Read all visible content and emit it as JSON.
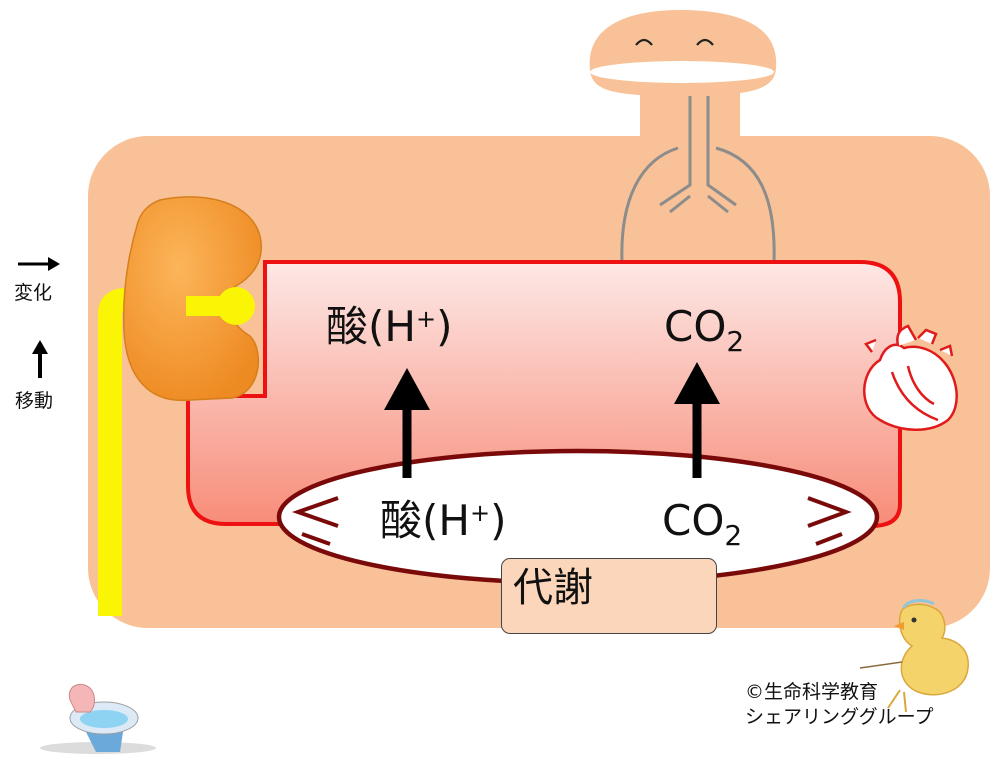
{
  "legend": {
    "change_label": "変化",
    "move_label": "移動"
  },
  "blood": {
    "acid_label": "酸(H",
    "acid_sup": "+",
    "acid_close": ")",
    "co2_label": "CO",
    "co2_sub": "2"
  },
  "tissue": {
    "acid_label": "酸(H",
    "acid_sup": "+",
    "acid_close": ")",
    "co2_label": "CO",
    "co2_sub": "2"
  },
  "metabolism_label": "代謝",
  "credit": {
    "line1": "©生命科学教育",
    "line2": "シェアリンググループ"
  },
  "colors": {
    "body": "#f8c197",
    "blood_top": "#fde8e6",
    "blood_bottom": "#f78c78",
    "vessel_border": "#ee1111",
    "cell_border": "#7a0a0a",
    "kidney": "#f59a3a",
    "urine": "#f9f505",
    "heart": "#e11b1b"
  }
}
